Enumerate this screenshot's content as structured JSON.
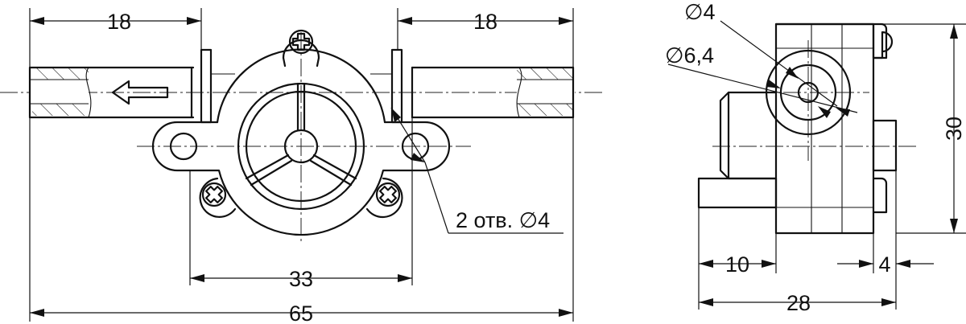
{
  "front_view": {
    "dim_left": "18",
    "dim_right": "18",
    "dim_center": "33",
    "dim_overall": "65",
    "holes_note": "2 отв. ∅4"
  },
  "side_view": {
    "dia_inner": "∅4",
    "dia_outer": "∅6,4",
    "dim_height": "30",
    "dim_left": "10",
    "dim_right": "4",
    "dim_overall": "28"
  },
  "icons": [
    "flow-direction-arrow",
    "cross-screw-head"
  ]
}
